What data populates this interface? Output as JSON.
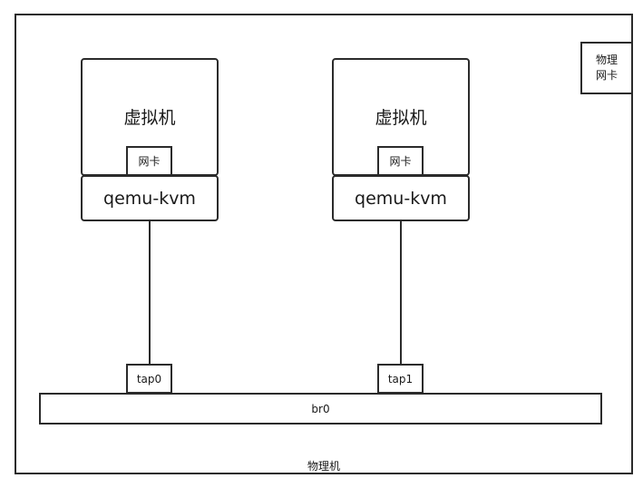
{
  "host": {
    "label": "物理机"
  },
  "physical_nic": {
    "label": "物理\n网卡"
  },
  "vms": [
    {
      "label": "虚拟机",
      "nic_label": "网卡",
      "process_label": "qemu-kvm",
      "tap_label": "tap0"
    },
    {
      "label": "虚拟机",
      "nic_label": "网卡",
      "process_label": "qemu-kvm",
      "tap_label": "tap1"
    }
  ],
  "bridge": {
    "label": "br0"
  }
}
